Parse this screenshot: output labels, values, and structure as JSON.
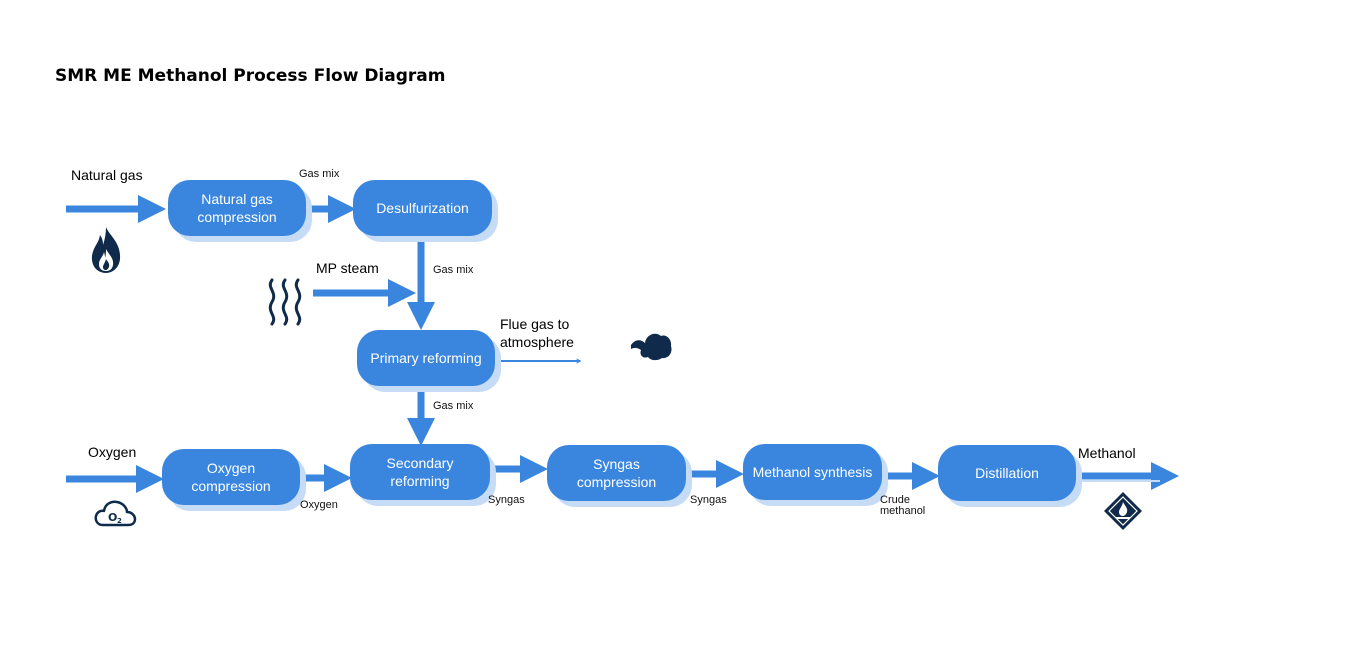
{
  "title": "SMR ME Methanol Process Flow Diagram",
  "nodes": {
    "natural_gas_compression": "Natural gas compression",
    "desulfurization": "Desulfurization",
    "primary_reforming": "Primary reforming",
    "oxygen_compression": "Oxygen compression",
    "secondary_reforming": "Secondary reforming",
    "syngas_compression": "Syngas compression",
    "methanol_synthesis": "Methanol synthesis",
    "distillation": "Distillation"
  },
  "inputs": {
    "natural_gas": "Natural gas",
    "mp_steam": "MP steam",
    "oxygen": "Oxygen"
  },
  "outputs": {
    "flue_gas": "Flue gas to atmosphere",
    "methanol": "Methanol"
  },
  "streams": {
    "gas_mix_1": "Gas mix",
    "gas_mix_2": "Gas mix",
    "gas_mix_3": "Gas mix",
    "oxygen": "Oxygen",
    "syngas_1": "Syngas",
    "syngas_2": "Syngas",
    "crude_methanol": "Crude methanol"
  },
  "icons": {
    "natural_gas": "flame-icon",
    "mp_steam": "steam-icon",
    "flue_gas": "smoke-cloud-icon",
    "oxygen": "oxygen-cloud-icon",
    "methanol": "methanol-hazard-icon"
  },
  "colors": {
    "node_fill": "#3a86de",
    "node_shadow": "#c6dcf6",
    "arrow": "#3a86de",
    "icon": "#0f2a4a"
  }
}
